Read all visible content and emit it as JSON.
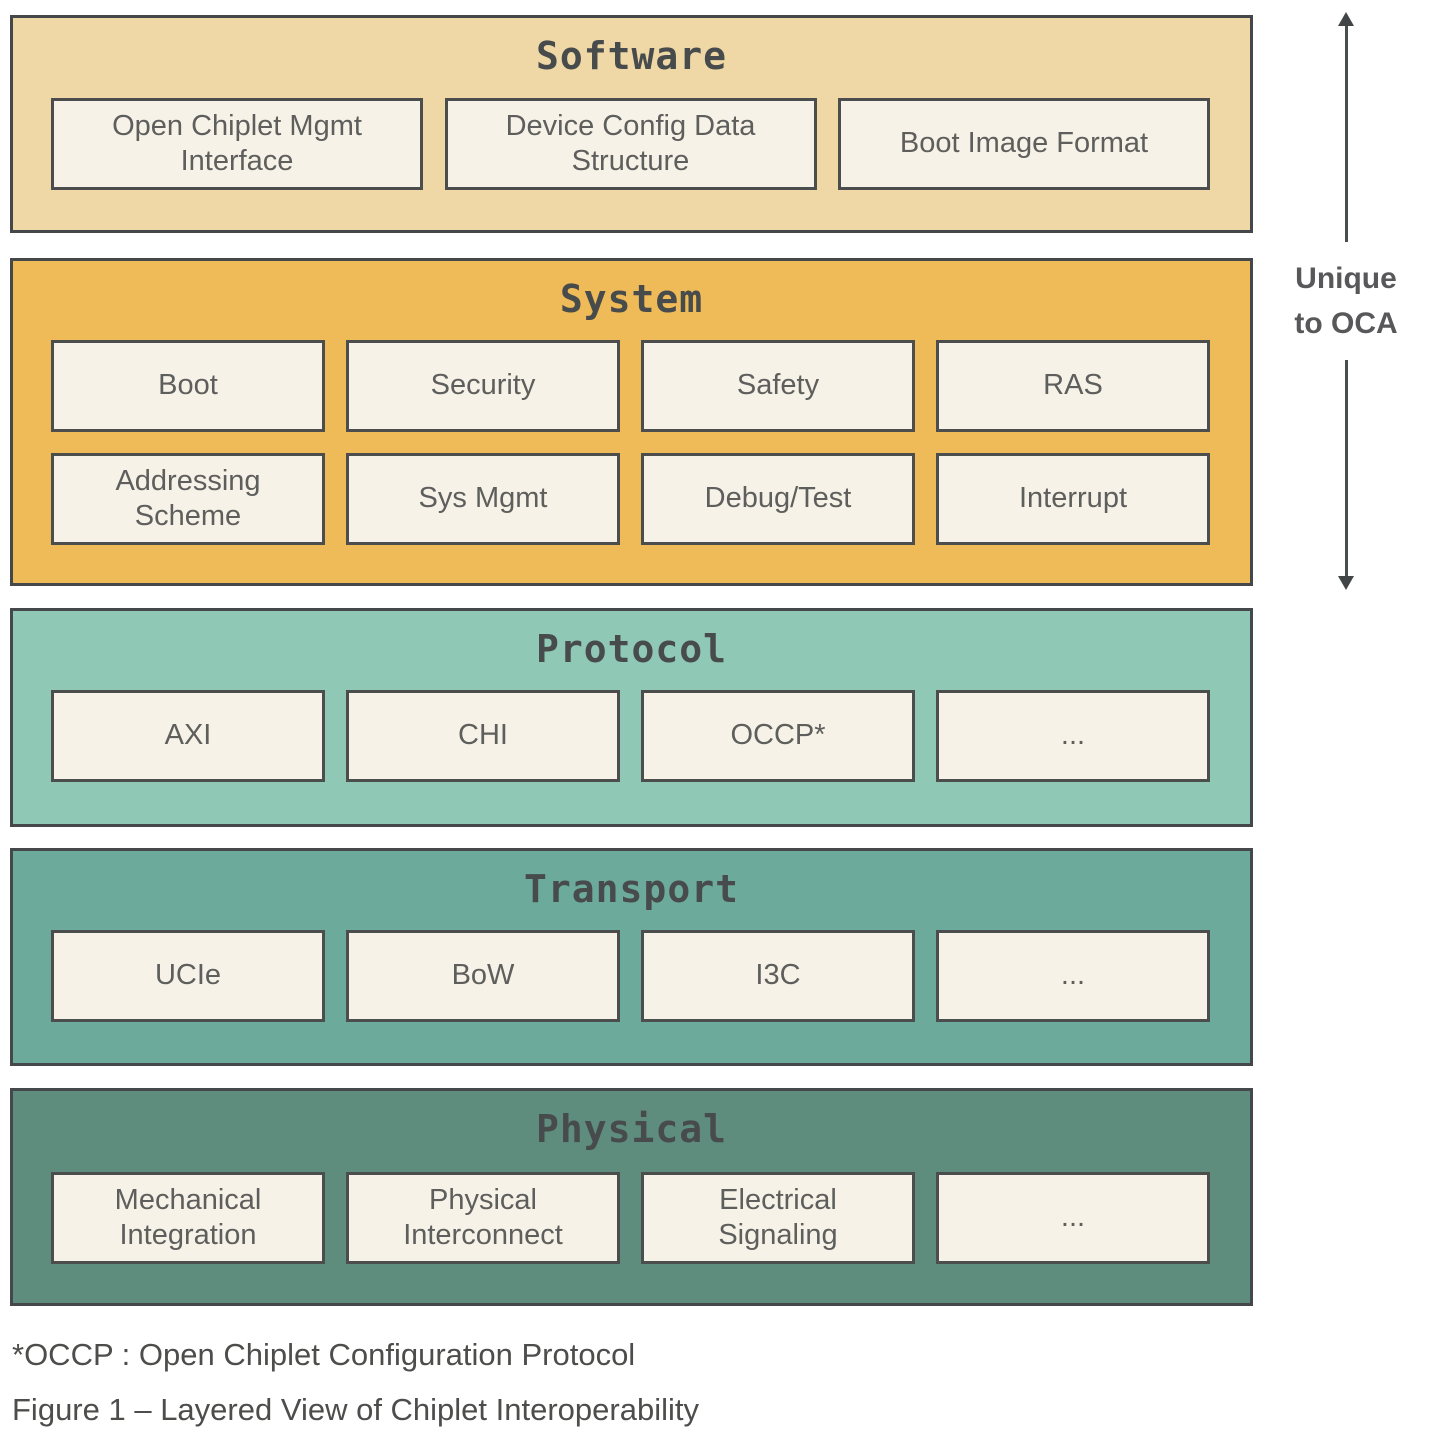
{
  "layers": {
    "software": {
      "title": "Software",
      "boxes": [
        "Open Chiplet Mgmt Interface",
        "Device Config Data Structure",
        "Boot Image Format"
      ],
      "bg": "#efd8a6"
    },
    "system": {
      "title": "System",
      "row1": [
        "Boot",
        "Security",
        "Safety",
        "RAS"
      ],
      "row2": [
        "Addressing Scheme",
        "Sys Mgmt",
        "Debug/Test",
        "Interrupt"
      ],
      "bg": "#eebb58"
    },
    "protocol": {
      "title": "Protocol",
      "boxes": [
        "AXI",
        "CHI",
        "OCCP*",
        "..."
      ],
      "bg": "#8fc8b4"
    },
    "transport": {
      "title": "Transport",
      "boxes": [
        "UCIe",
        "BoW",
        "I3C",
        "..."
      ],
      "bg": "#6cab9c"
    },
    "physical": {
      "title": "Physical",
      "boxes": [
        "Mechanical Integration",
        "Physical Interconnect",
        "Electrical Signaling",
        "..."
      ],
      "bg": "#5e8c7d"
    }
  },
  "annotation": {
    "line1": "Unique",
    "line2": "to OCA"
  },
  "footnote": "*OCCP : Open Chiplet Configuration Protocol",
  "caption": "Figure 1 – Layered View of Chiplet Interoperability",
  "colors": {
    "box_fill": "#f6f2e8",
    "border": "#45484a",
    "title_text": "#484b4c",
    "label_text": "#5e5e5c",
    "annotation_text": "#58585a"
  }
}
